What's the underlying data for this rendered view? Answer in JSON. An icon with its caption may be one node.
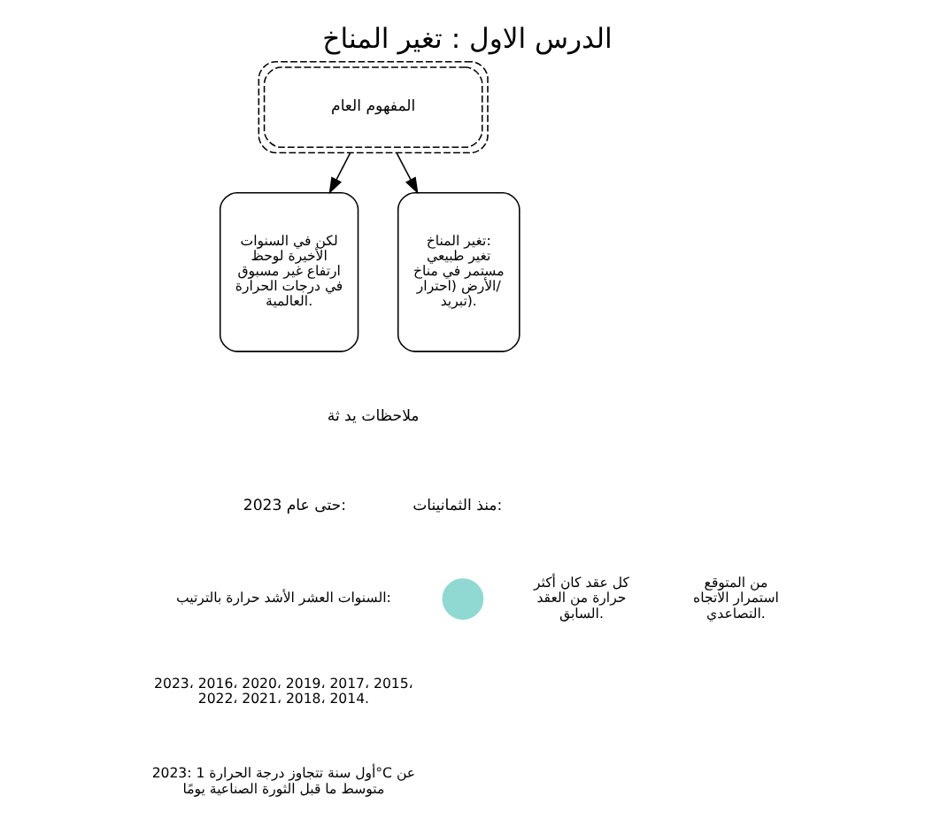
{
  "diagram": {
    "title": "الدرس الاول : تغير المناخ",
    "nodes": [
      {
        "text": [
          "المفهوم العام"
        ]
      },
      {
        "text": [
          "تغير المناخ: تغير طبيعي مستمر في مناخ الأرض (احترار/تبريد)."
        ]
      },
      {
        "text": [
          "لكن في السنوات الأخيرة لوحظ ارتفاع غير مسبوق في درجات الحرارة العالمية."
        ]
      },
      {
        "text": [
          "ملاحظات يد ثة"
        ]
      },
      {
        "text": [],
        "shape": "circle"
      }
    ],
    "edges": [
      {
        "from": 0,
        "to": 1,
        "arrow": "to"
      },
      {
        "from": 0,
        "to": 2,
        "arrow": "to"
      }
    ],
    "labels": [
      "حتى عام 2023:",
      "السنوات العشر الأشد حرارة بالترتيب:",
      "2023، 2016، 2020، 2019، 2017، 2015، 2022، 2021، 2018، 2014.",
      "2023: أول سنة تتجاوز درجة الحرارة 1°C عن متوسط ما قبل الثورة الصناعية يومًا",
      "منذ الثمانينات:",
      "كل عقد كان أكثر حرارة من العقد السابق.",
      "من المتوقع استمرار الاتجاه التصاعدي."
    ]
  }
}
